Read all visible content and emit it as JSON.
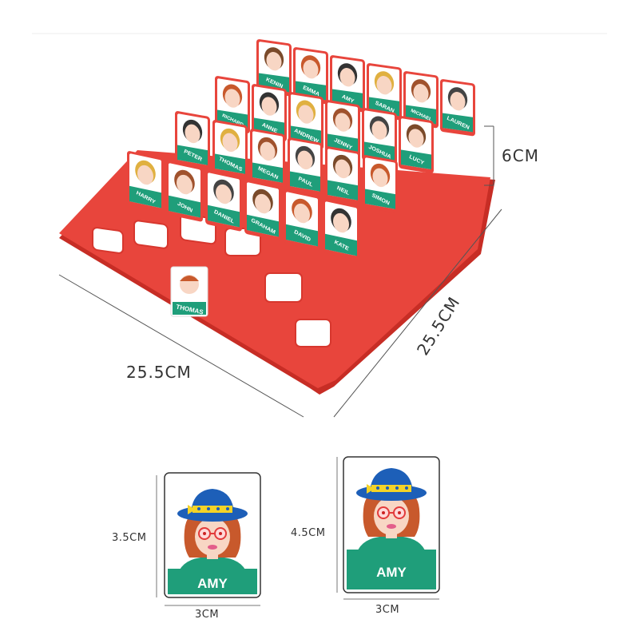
{
  "dimensions": {
    "board_width": "25.5CM",
    "board_depth": "25.5CM",
    "board_height": "6CM",
    "card_small_height": "3.5CM",
    "card_small_width": "3CM",
    "card_large_height": "4.5CM",
    "card_large_width": "3CM"
  },
  "board": {
    "rows": [
      {
        "cards": [
          "KENIN",
          "EMMA",
          "AMY",
          "SARAN",
          "MICHAEL",
          "LAUREN"
        ]
      },
      {
        "cards": [
          "RICHARD",
          "ANNE",
          "ANDREW",
          "JENNY",
          "JOSHUA",
          "LUCY"
        ]
      },
      {
        "cards": [
          "PETER",
          "THOMAS",
          "MEGAN",
          "PAUL",
          "NEIL",
          "SIMON"
        ]
      },
      {
        "cards": [
          "HARRY",
          "JOHN",
          "DANIEL",
          "GRAHAM",
          "DAVID",
          "KATE"
        ]
      }
    ],
    "loose_card": "THOMAS"
  },
  "cards": {
    "small": {
      "name": "AMY"
    },
    "large": {
      "name": "AMY"
    }
  },
  "colors": {
    "board_red": "#e8453c",
    "board_dark": "#c72d25",
    "tray_light": "#f3665d",
    "card_green": "#1f9e7a",
    "hat_blue": "#1d5fb8",
    "ribbon_yellow": "#f4d327",
    "hair": "#c8592c",
    "skin": "#f8d6c4"
  }
}
